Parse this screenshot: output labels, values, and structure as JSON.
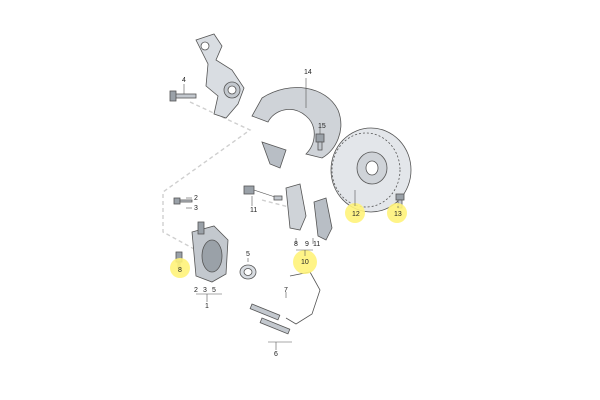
{
  "labels": {
    "l1": "1",
    "l2": "2",
    "l2b": "2",
    "l3": "3",
    "l4": "4",
    "l5": "5",
    "l5b": "5",
    "l6": "6",
    "l7": "7",
    "l8": "8",
    "l8b": "8",
    "l9": "9",
    "l10": "10",
    "l11": "11",
    "l11b": "11",
    "l12": "12",
    "l13": "13",
    "l14": "14",
    "l15": "15"
  },
  "highlighted": [
    "8",
    "10",
    "12",
    "13"
  ],
  "colors": {
    "highlight": "#fff37a",
    "part_fill": "#d9dde2",
    "part_shade": "#9aa1a8",
    "outline": "#555555",
    "leader_dash": "#cfcfcf"
  }
}
